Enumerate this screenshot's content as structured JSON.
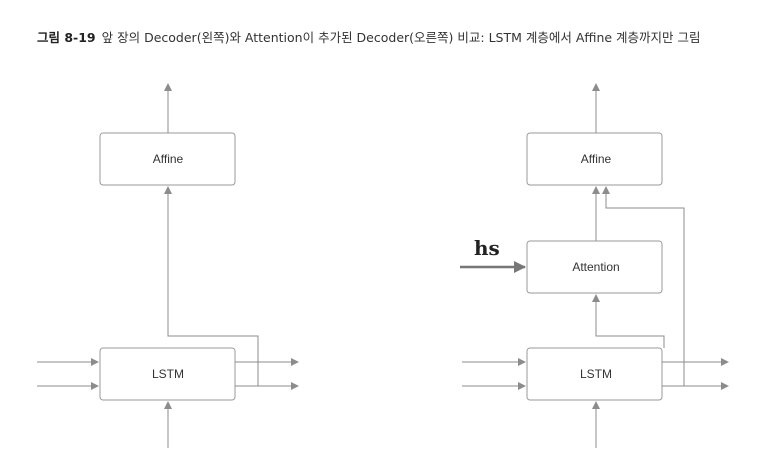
{
  "caption": {
    "number": "그림 8-19",
    "text": "앞 장의 Decoder(왼쪽)와 Attention이 추가된 Decoder(오른쪽) 비교: LSTM 계층에서 Affine 계층까지만 그림"
  },
  "left_diagram": {
    "affine_label": "Affine",
    "lstm_label": "LSTM"
  },
  "right_diagram": {
    "affine_label": "Affine",
    "attention_label": "Attention",
    "lstm_label": "LSTM",
    "hs_label": "hs"
  }
}
